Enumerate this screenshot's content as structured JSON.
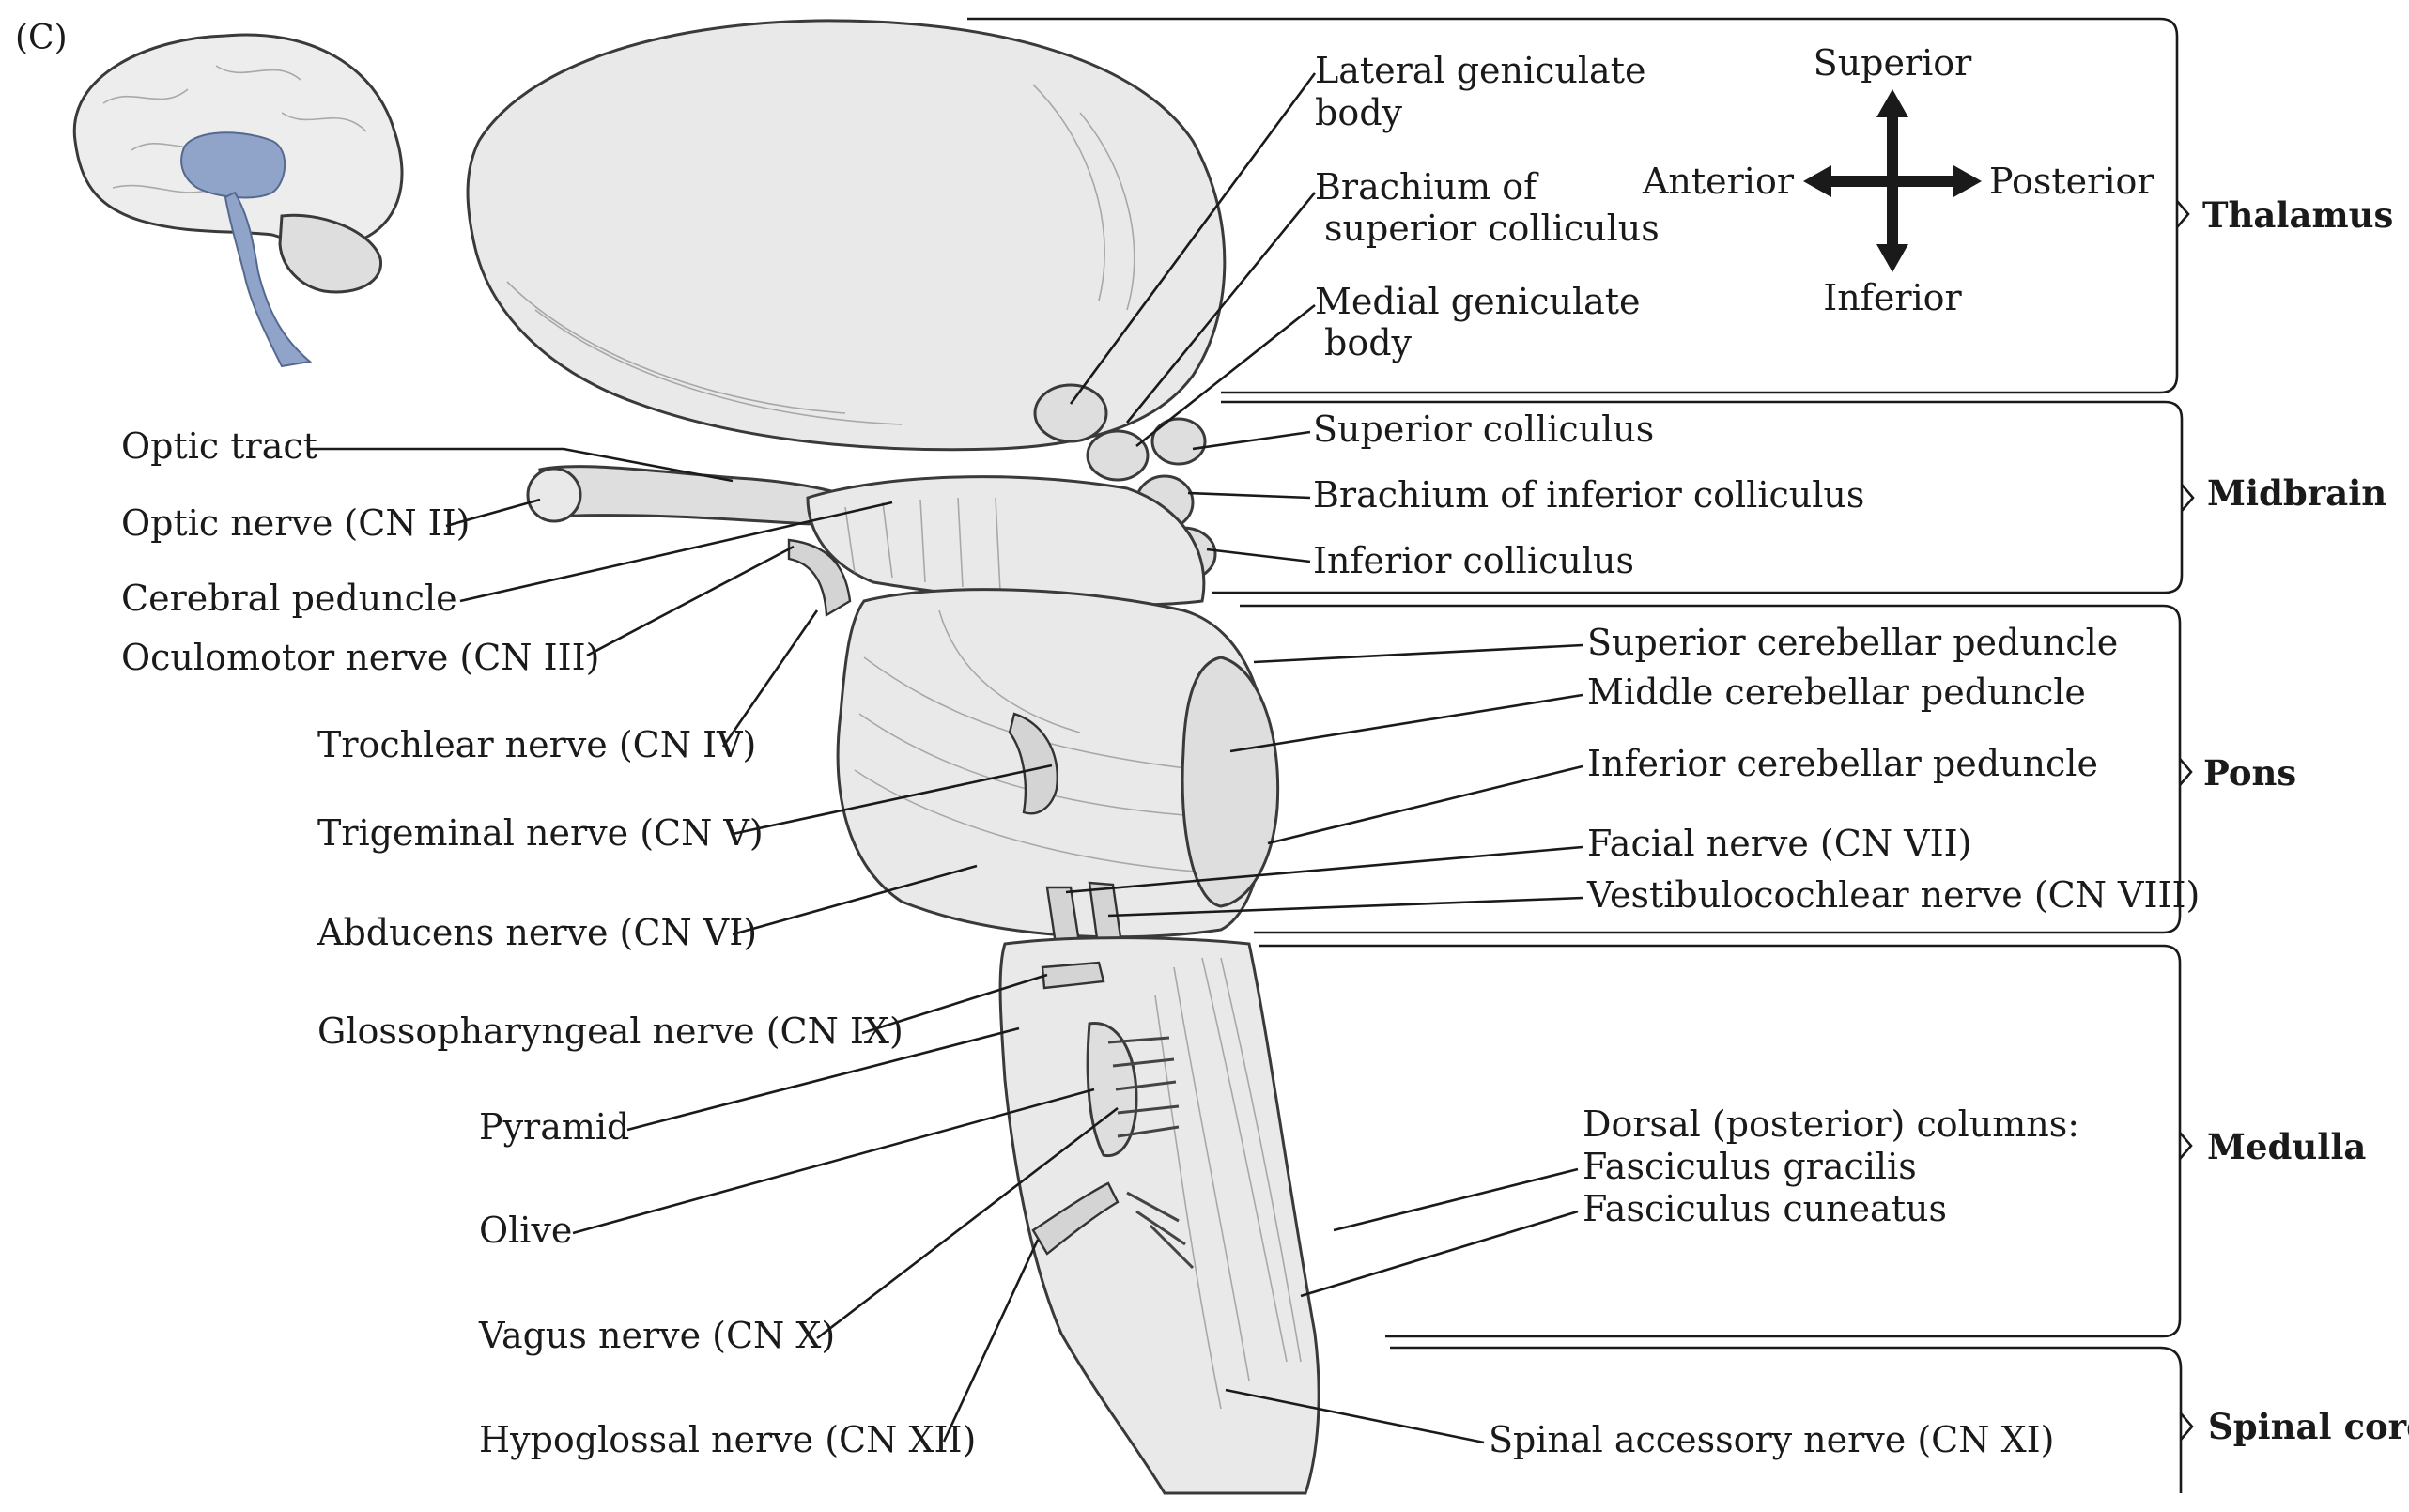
{
  "panel_label": "(C)",
  "orientation": {
    "superior": "Superior",
    "inferior": "Inferior",
    "anterior": "Anterior",
    "posterior": "Posterior"
  },
  "regions": [
    {
      "id": "thalamus",
      "label": "Thalamus"
    },
    {
      "id": "midbrain",
      "label": "Midbrain"
    },
    {
      "id": "pons",
      "label": "Pons"
    },
    {
      "id": "medulla",
      "label": "Medulla"
    },
    {
      "id": "spinal_cord",
      "label": "Spinal cord"
    }
  ],
  "labels_left": [
    {
      "id": "optic_tract",
      "text": "Optic tract"
    },
    {
      "id": "optic_nerve",
      "text": "Optic nerve (CN II)"
    },
    {
      "id": "cerebral_peduncle",
      "text": "Cerebral peduncle"
    },
    {
      "id": "oculomotor",
      "text": "Oculomotor nerve (CN III)"
    },
    {
      "id": "trochlear",
      "text": "Trochlear nerve (CN IV)"
    },
    {
      "id": "trigeminal",
      "text": "Trigeminal nerve (CN V)"
    },
    {
      "id": "abducens",
      "text": "Abducens nerve (CN VI)"
    },
    {
      "id": "glossopharyngeal",
      "text": "Glossopharyngeal nerve (CN IX)"
    },
    {
      "id": "pyramid",
      "text": "Pyramid"
    },
    {
      "id": "olive",
      "text": "Olive"
    },
    {
      "id": "vagus",
      "text": "Vagus nerve (CN X)"
    },
    {
      "id": "hypoglossal",
      "text": "Hypoglossal nerve (CN XII)"
    }
  ],
  "labels_right": [
    {
      "id": "lateral_geniculate",
      "lines": [
        "Lateral geniculate",
        "body"
      ]
    },
    {
      "id": "brachium_superior",
      "lines": [
        "Brachium of",
        "superior colliculus"
      ]
    },
    {
      "id": "medial_geniculate",
      "lines": [
        "Medial geniculate",
        "body"
      ]
    },
    {
      "id": "superior_colliculus",
      "lines": [
        "Superior colliculus"
      ]
    },
    {
      "id": "brachium_inferior",
      "lines": [
        "Brachium of inferior colliculus"
      ]
    },
    {
      "id": "inferior_colliculus",
      "lines": [
        "Inferior colliculus"
      ]
    },
    {
      "id": "superior_cerebellar",
      "lines": [
        "Superior cerebellar peduncle"
      ]
    },
    {
      "id": "middle_cerebellar",
      "lines": [
        "Middle cerebellar peduncle"
      ]
    },
    {
      "id": "inferior_cerebellar",
      "lines": [
        "Inferior cerebellar peduncle"
      ]
    },
    {
      "id": "facial",
      "lines": [
        "Facial nerve (CN VII)"
      ]
    },
    {
      "id": "vestibulocochlear",
      "lines": [
        "Vestibulocochlear nerve (CN VIII)"
      ]
    },
    {
      "id": "dorsal_columns",
      "lines": [
        "Dorsal (posterior) columns:",
        "Fasciculus gracilis",
        "Fasciculus cuneatus"
      ]
    },
    {
      "id": "spinal_accessory",
      "lines": [
        "Spinal accessory nerve (CN XI)"
      ]
    }
  ],
  "colors": {
    "inset_highlight": "#8fa4c8",
    "structure_fill": "#e9e9e9",
    "line": "#1a1a1a"
  }
}
